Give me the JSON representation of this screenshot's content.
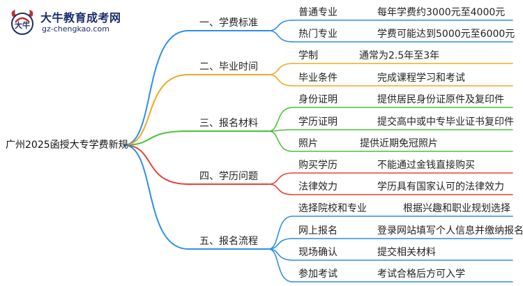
{
  "logo": {
    "title": "大牛教育成考网",
    "url": "gz-chengkao.com",
    "mark_glyph": "大牛"
  },
  "root": "广州2025函授大专学费新规",
  "branches": [
    {
      "label": "一、学费标准",
      "color": "#2e8ee8",
      "children": [
        {
          "label": "普通专业",
          "detail": "每年学费约3000元至4000元"
        },
        {
          "label": "热门专业",
          "detail": "学费可能达到5000元至6000元"
        }
      ]
    },
    {
      "label": "二、毕业时间",
      "color": "#f0a820",
      "children": [
        {
          "label": "学制",
          "detail": "通常为2.5年至3年"
        },
        {
          "label": "毕业条件",
          "detail": "完成课程学习和考试"
        }
      ]
    },
    {
      "label": "三、报名材料",
      "color": "#4cbf3c",
      "children": [
        {
          "label": "身份证明",
          "detail": "提供居民身份证原件及复印件"
        },
        {
          "label": "学历证明",
          "detail": "提交高中或中专毕业证书复印件"
        },
        {
          "label": "照片",
          "detail": "提供近期免冠照片"
        }
      ]
    },
    {
      "label": "四、学历问题",
      "color": "#e8403a",
      "children": [
        {
          "label": "购买学历",
          "detail": "不能通过金钱直接购买"
        },
        {
          "label": "法律效力",
          "detail": "学历具有国家认可的法律效力"
        }
      ]
    },
    {
      "label": "五、报名流程",
      "color": "#2e8ee8",
      "children": [
        {
          "label": "选择院校和专业",
          "detail": "根据兴趣和职业规划选择"
        },
        {
          "label": "网上报名",
          "detail": "登录网站填写个人信息并缴纳报名费"
        },
        {
          "label": "现场确认",
          "detail": "提交相关材料"
        },
        {
          "label": "参加考试",
          "detail": "考试合格后方可入学"
        }
      ]
    }
  ]
}
